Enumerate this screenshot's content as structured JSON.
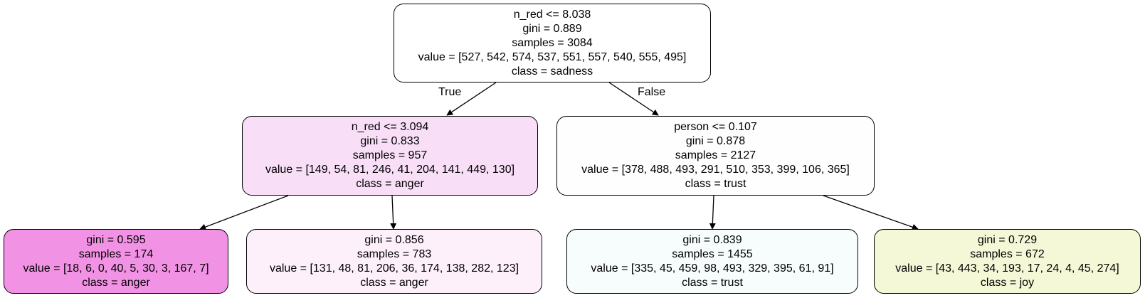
{
  "edge_labels": {
    "true_label": "True",
    "false_label": "False"
  },
  "colors": {
    "root": "#ffffff",
    "left": "#f8dff7",
    "right": "#fffefe",
    "ll": "#f292e4",
    "lr": "#fdf0fb",
    "rl": "#f7fcfd",
    "rr": "#f4f8d7",
    "stroke": "#000000"
  },
  "nodes": {
    "root": {
      "condition": "n_red <= 8.038",
      "gini": "gini = 0.889",
      "samples": "samples = 3084",
      "value": "value = [527, 542, 574, 537, 551, 557, 540, 555, 495]",
      "class": "class = sadness"
    },
    "left": {
      "condition": "n_red <= 3.094",
      "gini": "gini = 0.833",
      "samples": "samples = 957",
      "value": "value = [149, 54, 81, 246, 41, 204, 141, 449, 130]",
      "class": "class = anger"
    },
    "right": {
      "condition": "person <= 0.107",
      "gini": "gini = 0.878",
      "samples": "samples = 2127",
      "value": "value = [378, 488, 493, 291, 510, 353, 399, 106, 365]",
      "class": "class = trust"
    },
    "ll": {
      "gini": "gini = 0.595",
      "samples": "samples = 174",
      "value": "value = [18, 6, 0, 40, 5, 30, 3, 167, 7]",
      "class": "class = anger"
    },
    "lr": {
      "gini": "gini = 0.856",
      "samples": "samples = 783",
      "value": "value = [131, 48, 81, 206, 36, 174, 138, 282, 123]",
      "class": "class = anger"
    },
    "rl": {
      "gini": "gini = 0.839",
      "samples": "samples = 1455",
      "value": "value = [335, 45, 459, 98, 493, 329, 395, 61, 91]",
      "class": "class = trust"
    },
    "rr": {
      "gini": "gini = 0.729",
      "samples": "samples = 672",
      "value": "value = [43, 443, 34, 193, 17, 24, 4, 45, 274]",
      "class": "class = joy"
    }
  }
}
